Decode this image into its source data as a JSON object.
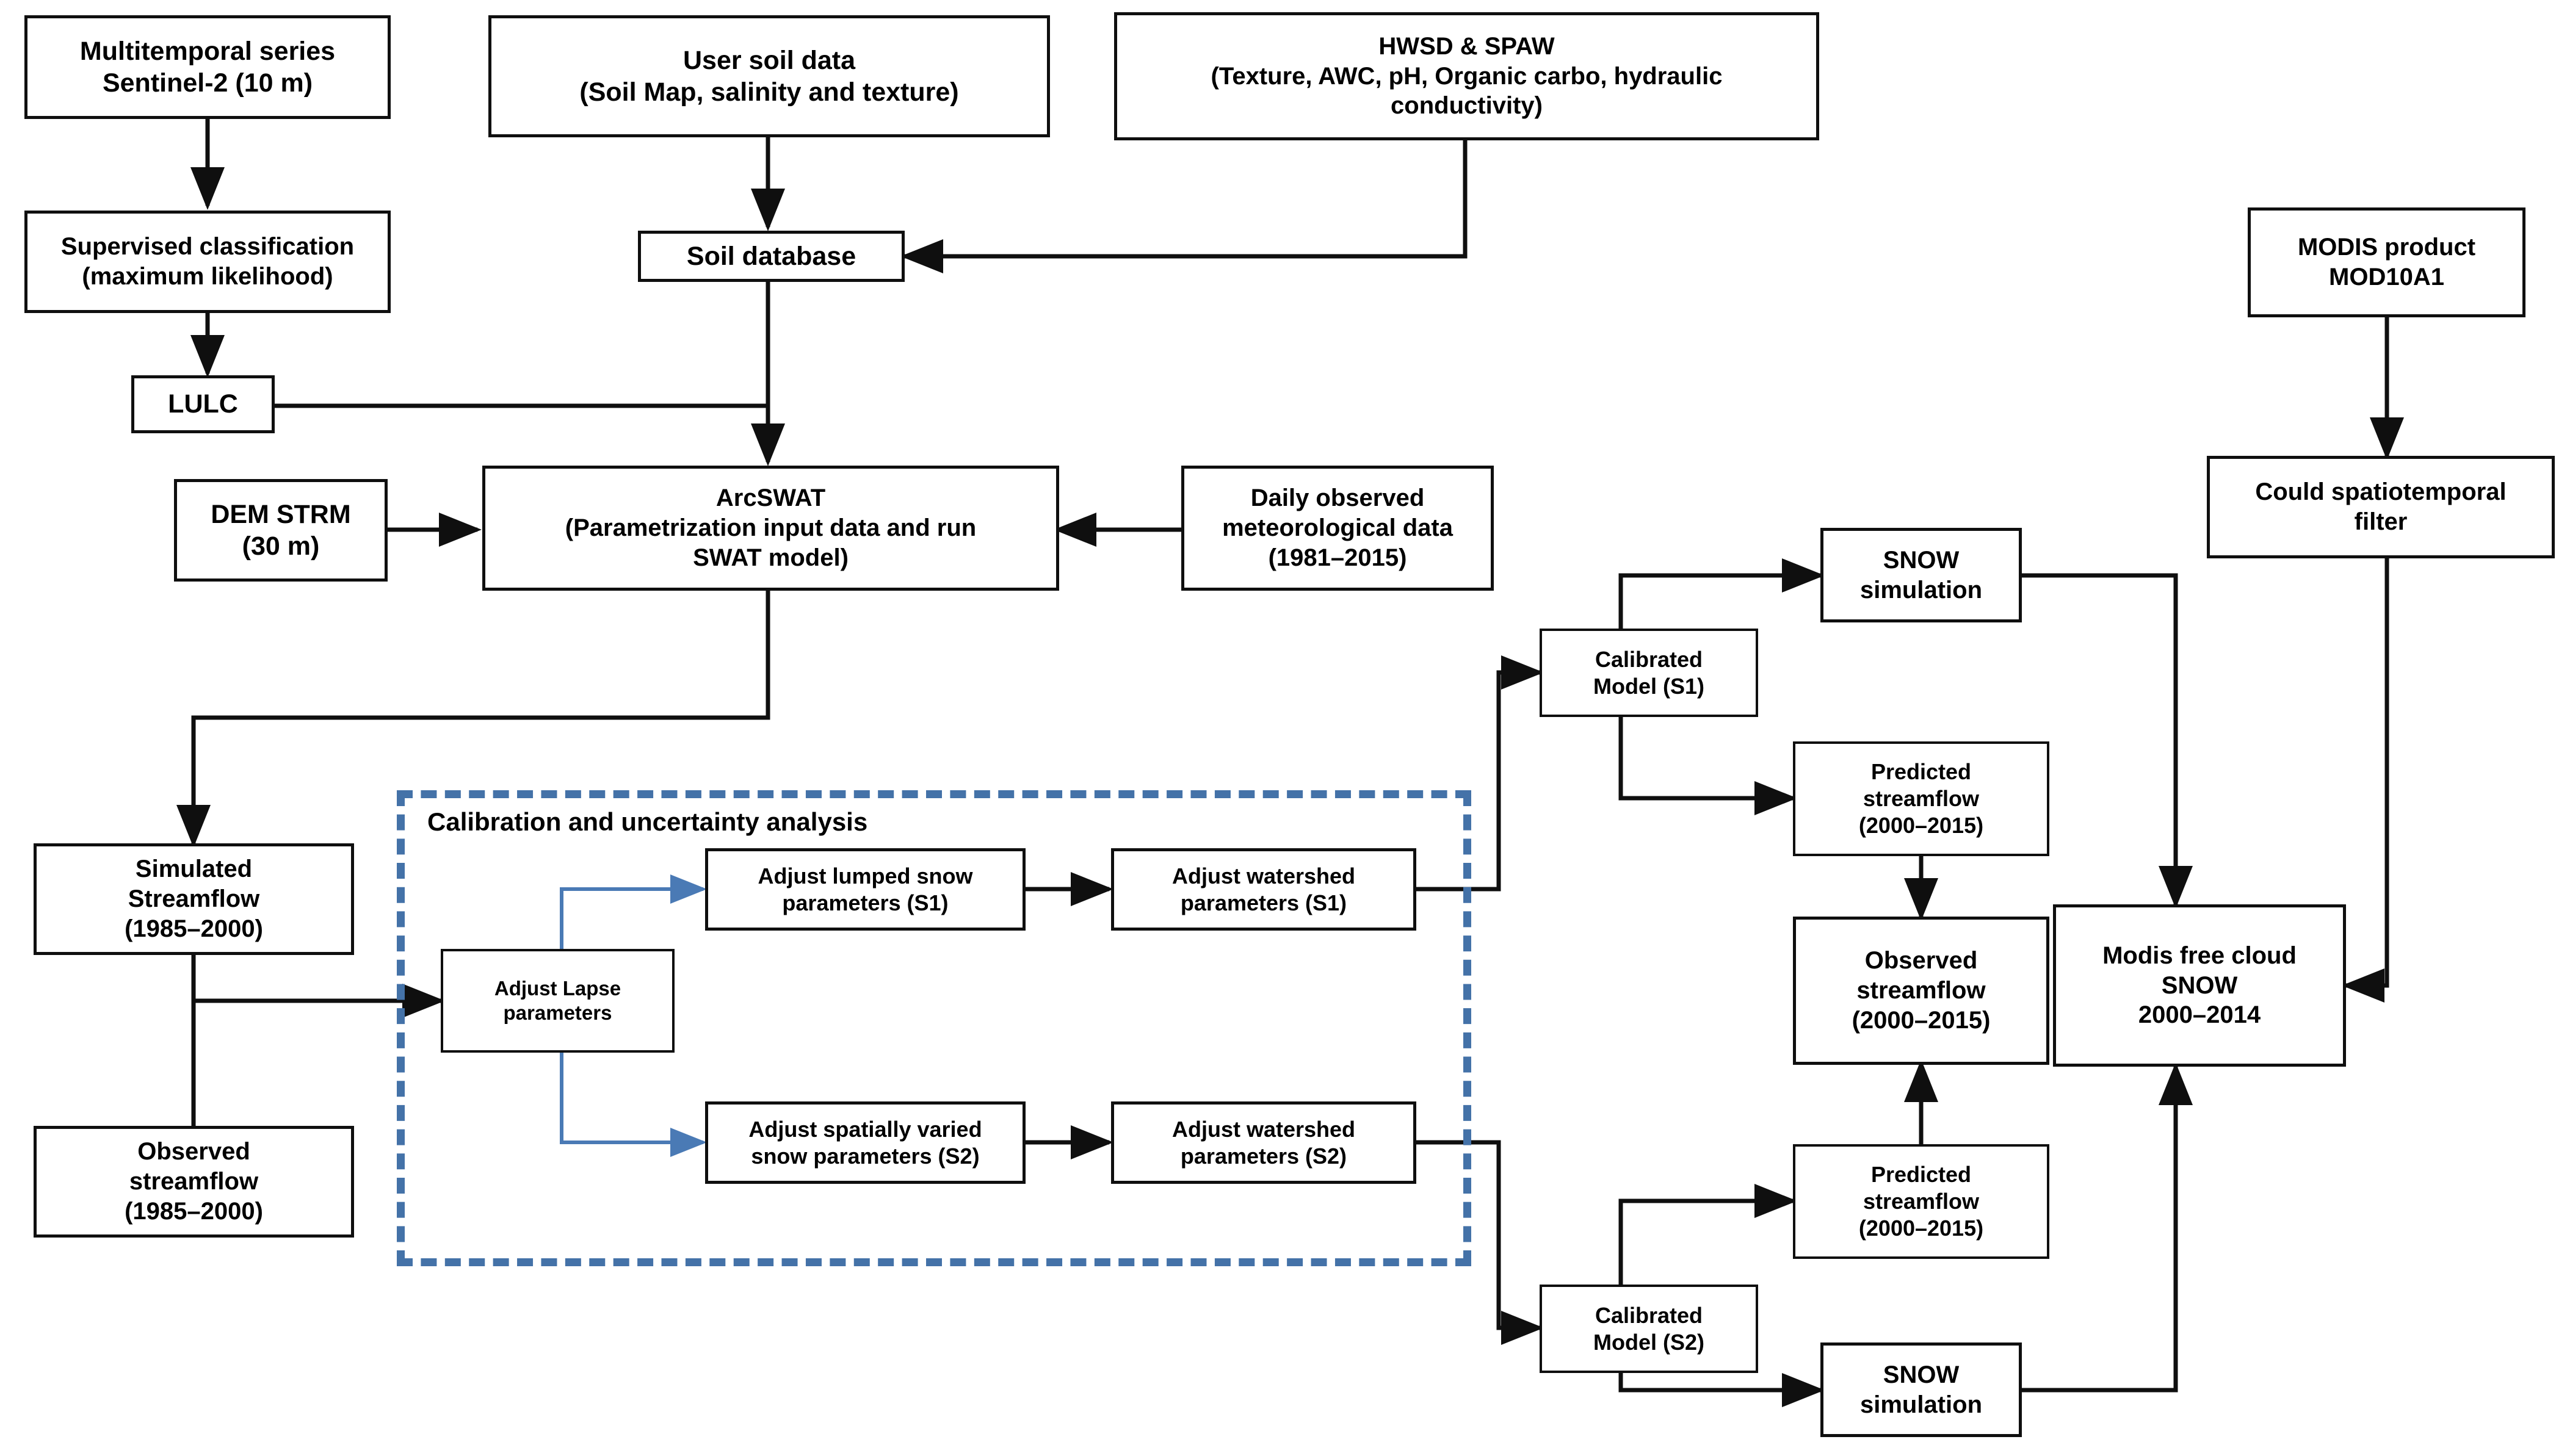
{
  "diagram": {
    "title_visible": false,
    "accent_dashed_border_color": "#4472a8",
    "line_color": "#0f0f0f",
    "blue_arrow_color": "#4a7ab5",
    "group": {
      "label": "Calibration and uncertainty analysis"
    },
    "nodes": {
      "multitemporal_series": {
        "line1": "Multitemporal series",
        "line2": "Sentinel-2  (10 m)"
      },
      "supervised_classification": {
        "line1": "Supervised classification",
        "line2": "(maximum likelihood)"
      },
      "lulc": {
        "line1": "LULC"
      },
      "dem_strm": {
        "line1": "DEM STRM",
        "line2": "(30 m)"
      },
      "user_soil_data": {
        "line1": "User soil data",
        "line2": "(Soil Map, salinity and texture)"
      },
      "hwsd_spaw": {
        "line1": "HWSD  &  SPAW",
        "line2": "(Texture, AWC, pH, Organic carbo, hydraulic",
        "line3": "conductivity)"
      },
      "soil_database": {
        "line1": "Soil database"
      },
      "arcswat": {
        "line1": "ArcSWAT",
        "line2": "(Parametrization input data and run",
        "line3": "SWAT model)"
      },
      "daily_observed_meteo": {
        "line1": "Daily observed",
        "line2": "meteorological data",
        "line3": "(1981–2015)"
      },
      "modis_product": {
        "line1": "MODIS product",
        "line2": "MOD10A1"
      },
      "cloud_filter": {
        "line1": "Could spatiotemporal",
        "line2": "filter"
      },
      "simulated_streamflow": {
        "line1": "Simulated",
        "line2": "Streamflow",
        "line3": "(1985–2000)"
      },
      "observed_streamflow_1985": {
        "line1": "Observed",
        "line2": "streamflow",
        "line3": "(1985–2000)"
      },
      "adjust_lapse_parameters": {
        "line1": "Adjust Lapse",
        "line2": "parameters"
      },
      "adjust_lumped_snow_s1": {
        "line1": "Adjust lumped snow",
        "line2": "parameters (S1)"
      },
      "adjust_watershed_s1": {
        "line1": "Adjust watershed",
        "line2": "parameters (S1)"
      },
      "adjust_spatially_varied_snow_s2": {
        "line1": "Adjust spatially varied",
        "line2": "snow parameters (S2)"
      },
      "adjust_watershed_s2": {
        "line1": "Adjust watershed",
        "line2": "parameters (S2)"
      },
      "calibrated_model_s1": {
        "line1": "Calibrated",
        "line2": "Model (S1)"
      },
      "calibrated_model_s2": {
        "line1": "Calibrated",
        "line2": "Model (S2)"
      },
      "snow_simulation_top": {
        "line1": "SNOW",
        "line2": "simulation"
      },
      "snow_simulation_bottom": {
        "line1": "SNOW",
        "line2": "simulation"
      },
      "predicted_streamflow_top": {
        "line1": "Predicted",
        "line2": "streamflow",
        "line3": "(2000–2015)"
      },
      "predicted_streamflow_bottom": {
        "line1": "Predicted",
        "line2": "streamflow",
        "line3": "(2000–2015)"
      },
      "observed_streamflow_2000": {
        "line1": "Observed",
        "line2": "streamflow",
        "line3": "(2000–2015)"
      },
      "modis_free_cloud_snow": {
        "line1": "Modis free cloud",
        "line2": "SNOW",
        "line3": "2000–2014"
      }
    },
    "edges": [
      {
        "from": "multitemporal_series",
        "to": "supervised_classification",
        "style": "solid-black"
      },
      {
        "from": "supervised_classification",
        "to": "lulc",
        "style": "solid-black"
      },
      {
        "from": "lulc",
        "to": "arcswat",
        "style": "solid-black"
      },
      {
        "from": "user_soil_data",
        "to": "soil_database",
        "style": "solid-black"
      },
      {
        "from": "hwsd_spaw",
        "to": "soil_database",
        "style": "solid-black"
      },
      {
        "from": "soil_database",
        "to": "arcswat",
        "style": "solid-black"
      },
      {
        "from": "dem_strm",
        "to": "arcswat",
        "style": "solid-black"
      },
      {
        "from": "daily_observed_meteo",
        "to": "arcswat",
        "style": "solid-black"
      },
      {
        "from": "arcswat",
        "to": "simulated_streamflow",
        "style": "solid-black"
      },
      {
        "from": "simulated_streamflow",
        "to": "adjust_lapse_parameters",
        "style": "solid-black"
      },
      {
        "from": "observed_streamflow_1985",
        "to": "adjust_lapse_parameters",
        "style": "solid-black"
      },
      {
        "from": "adjust_lapse_parameters",
        "to": "adjust_lumped_snow_s1",
        "style": "solid-blue"
      },
      {
        "from": "adjust_lapse_parameters",
        "to": "adjust_spatially_varied_snow_s2",
        "style": "solid-blue"
      },
      {
        "from": "adjust_lumped_snow_s1",
        "to": "adjust_watershed_s1",
        "style": "solid-black"
      },
      {
        "from": "adjust_spatially_varied_snow_s2",
        "to": "adjust_watershed_s2",
        "style": "solid-black"
      },
      {
        "from": "adjust_watershed_s1",
        "to": "calibrated_model_s1",
        "style": "solid-black"
      },
      {
        "from": "adjust_watershed_s2",
        "to": "calibrated_model_s2",
        "style": "solid-black"
      },
      {
        "from": "calibrated_model_s1",
        "to": "snow_simulation_top",
        "style": "solid-black"
      },
      {
        "from": "calibrated_model_s1",
        "to": "predicted_streamflow_top",
        "style": "solid-black"
      },
      {
        "from": "calibrated_model_s2",
        "to": "predicted_streamflow_bottom",
        "style": "solid-black"
      },
      {
        "from": "calibrated_model_s2",
        "to": "snow_simulation_bottom",
        "style": "solid-black"
      },
      {
        "from": "predicted_streamflow_top",
        "to": "observed_streamflow_2000",
        "style": "solid-black"
      },
      {
        "from": "predicted_streamflow_bottom",
        "to": "observed_streamflow_2000",
        "style": "solid-black"
      },
      {
        "from": "snow_simulation_top",
        "to": "modis_free_cloud_snow",
        "style": "solid-black"
      },
      {
        "from": "snow_simulation_bottom",
        "to": "modis_free_cloud_snow",
        "style": "solid-black"
      },
      {
        "from": "modis_product",
        "to": "cloud_filter",
        "style": "solid-black"
      },
      {
        "from": "cloud_filter",
        "to": "modis_free_cloud_snow",
        "style": "solid-black"
      }
    ]
  }
}
